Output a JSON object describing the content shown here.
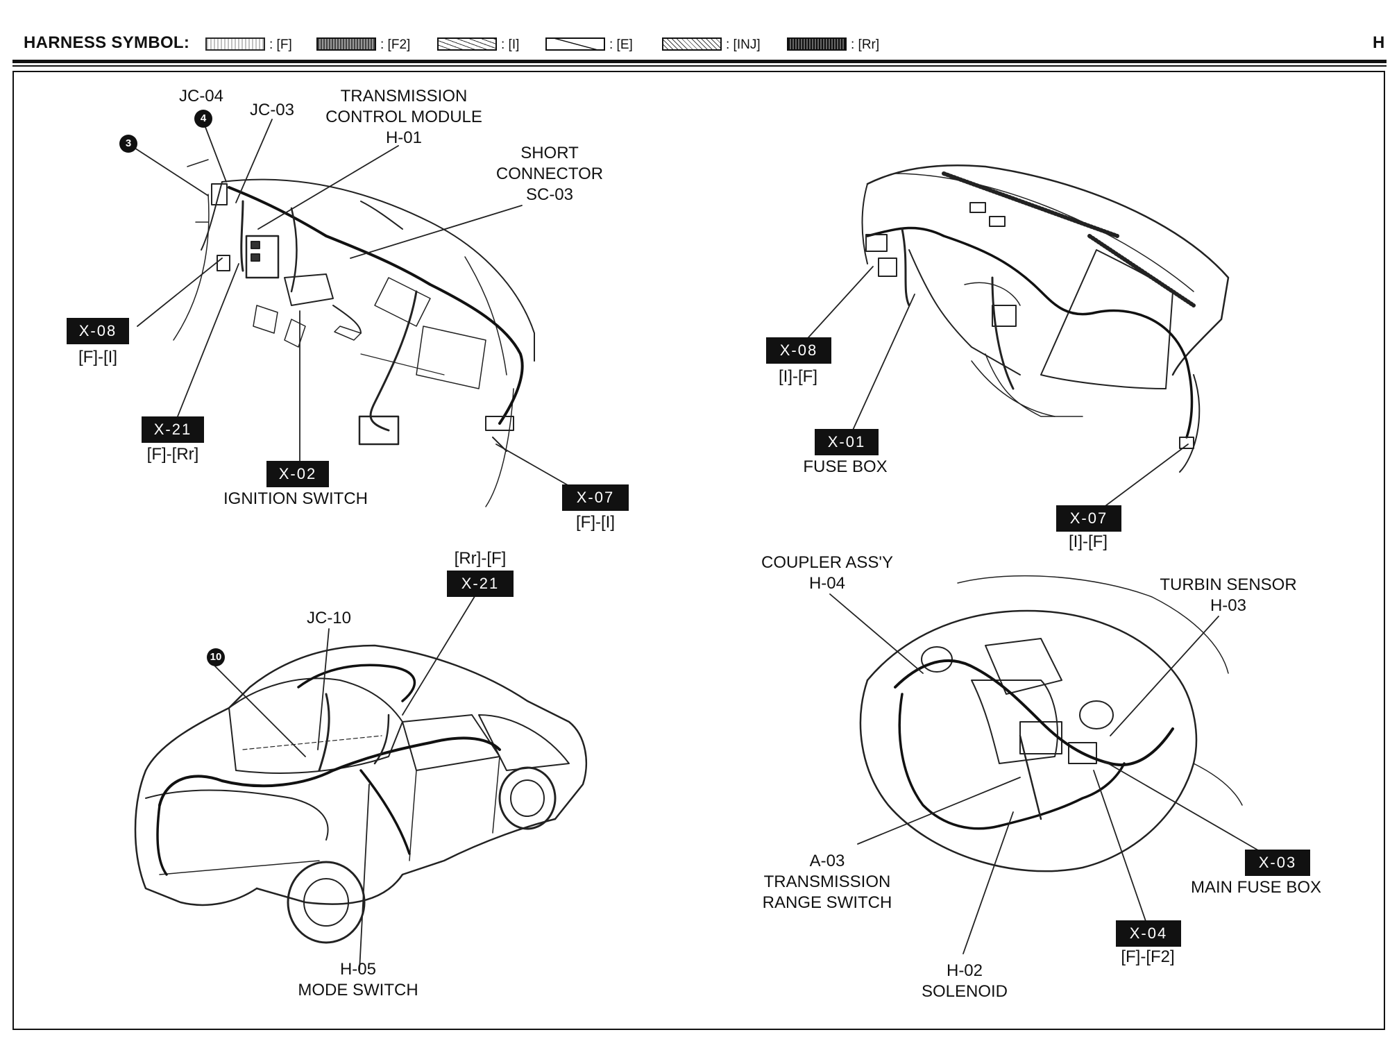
{
  "header": {
    "title": "HARNESS SYMBOL:",
    "page_letter": "H",
    "symbols": [
      {
        "code": ": [F]",
        "pattern": "dots-light"
      },
      {
        "code": ": [F2]",
        "pattern": "dense-gray"
      },
      {
        "code": ": [I]",
        "pattern": "thin-diagonal"
      },
      {
        "code": ": [E]",
        "pattern": "single-diagonal"
      },
      {
        "code": ": [INJ]",
        "pattern": "crosshatch"
      },
      {
        "code": ": [Rr]",
        "pattern": "dots-dark"
      }
    ]
  },
  "panels": {
    "dash_left": {
      "jc04": "JC-04",
      "jc03": "JC-03",
      "tcm": [
        "TRANSMISSION",
        "CONTROL MODULE",
        "H-01"
      ],
      "short_conn": [
        "SHORT",
        "CONNECTOR",
        "SC-03"
      ],
      "marker_3": "3",
      "marker_4": "4",
      "x08": {
        "code": "X-08",
        "sub": "[F]-[I]"
      },
      "x21": {
        "code": "X-21",
        "sub": "[F]-[Rr]"
      },
      "x02": {
        "code": "X-02",
        "sub": "IGNITION SWITCH"
      },
      "x07": {
        "code": "X-07",
        "sub": "[F]-[I]"
      }
    },
    "dash_right": {
      "x08": {
        "code": "X-08",
        "sub": "[I]-[F]"
      },
      "x01": {
        "code": "X-01",
        "sub": "FUSE BOX"
      },
      "x07": {
        "code": "X-07",
        "sub": "[I]-[F]"
      }
    },
    "car_rear": {
      "x21": {
        "code": "X-21",
        "sub": "[Rr]-[F]"
      },
      "jc10": "JC-10",
      "marker_10": "10",
      "h05": [
        "H-05",
        "MODE SWITCH"
      ]
    },
    "engine": {
      "coupler": [
        "COUPLER ASS'Y",
        "H-04"
      ],
      "turbin": [
        "TURBIN SENSOR",
        "H-03"
      ],
      "a03": [
        "A-03",
        "TRANSMISSION",
        "RANGE SWITCH"
      ],
      "x03": {
        "code": "X-03",
        "sub": "MAIN FUSE BOX"
      },
      "x04": {
        "code": "X-04",
        "sub": "[F]-[F2]"
      },
      "h02": [
        "H-02",
        "SOLENOID"
      ]
    }
  }
}
